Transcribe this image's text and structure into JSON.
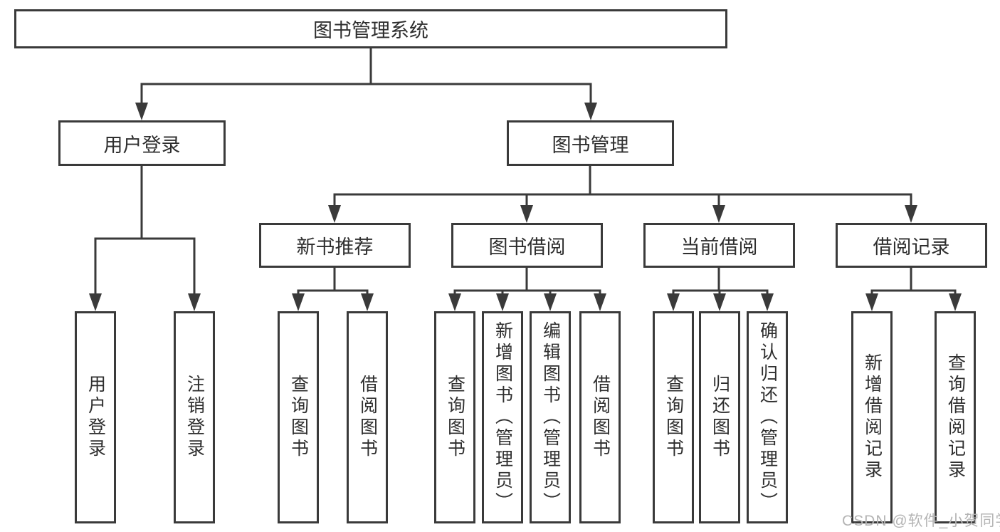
{
  "diagram": {
    "root": {
      "label": "图书管理系统"
    },
    "branches": [
      {
        "label": "用户登录",
        "children": [
          {
            "label": "用户登录"
          },
          {
            "label": "注销登录"
          }
        ]
      },
      {
        "label": "图书管理",
        "sections": [
          {
            "label": "新书推荐",
            "children": [
              {
                "label": "查询图书"
              },
              {
                "label": "借阅图书"
              }
            ]
          },
          {
            "label": "图书借阅",
            "children": [
              {
                "label": "查询图书"
              },
              {
                "label": "新增图书（管理员）"
              },
              {
                "label": "编辑图书（管理员）"
              },
              {
                "label": "借阅图书"
              }
            ]
          },
          {
            "label": "当前借阅",
            "children": [
              {
                "label": "查询图书"
              },
              {
                "label": "归还图书"
              },
              {
                "label": "确认归还（管理员）"
              }
            ]
          },
          {
            "label": "借阅记录",
            "children": [
              {
                "label": "新增借阅记录"
              },
              {
                "label": "查询借阅记录"
              }
            ]
          }
        ]
      }
    ]
  },
  "watermark": {
    "text": "CSDN @软件_小贺同学"
  },
  "colors": {
    "line": "#3a3a3a",
    "box_border": "#3a3a3a",
    "box_background": "#ffffff",
    "text": "#2e2e2e",
    "watermark": "#b4b4b4",
    "page_background": "#ffffff"
  }
}
